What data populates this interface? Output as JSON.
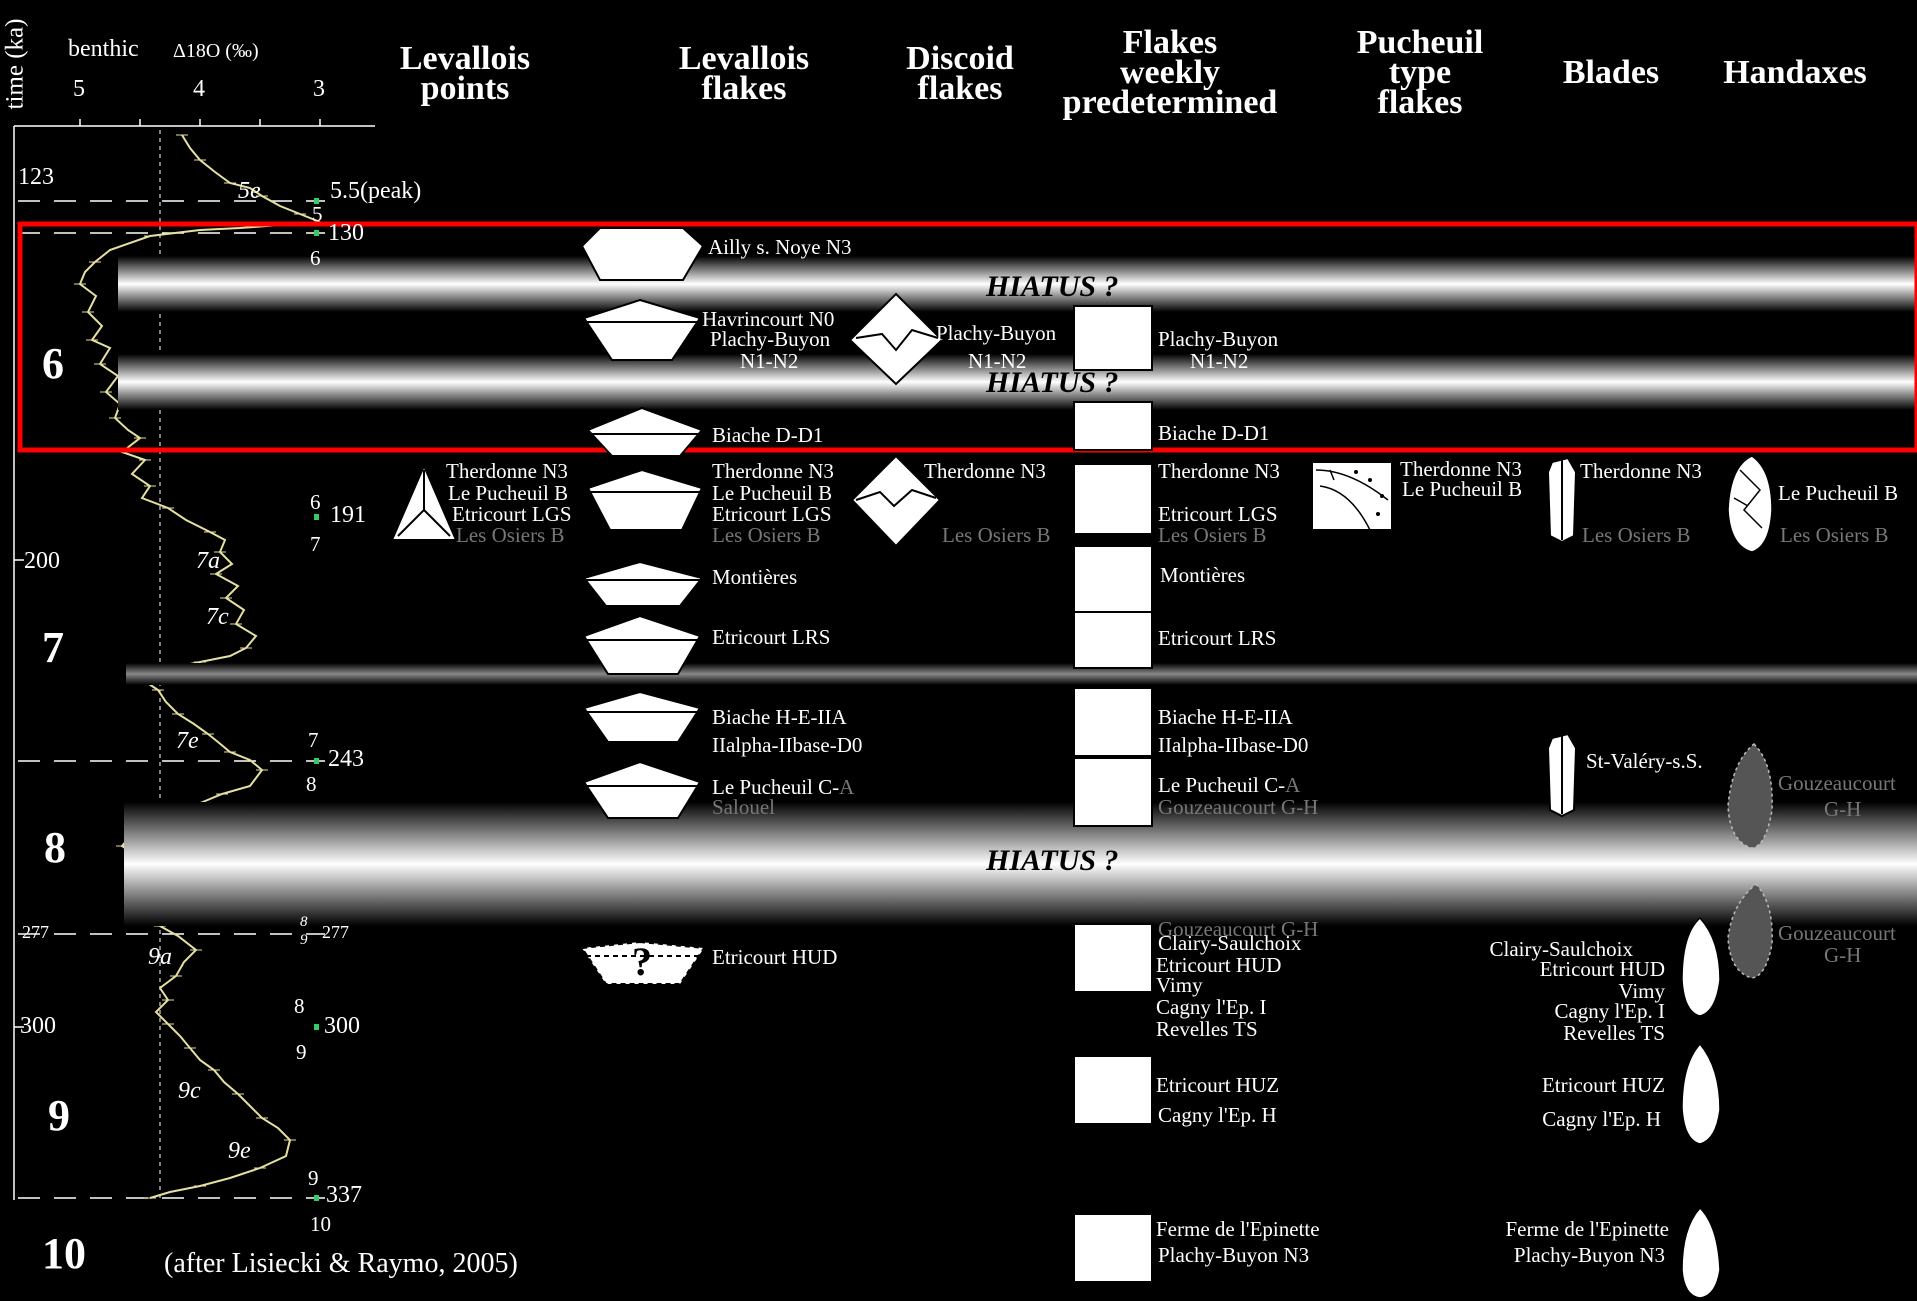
{
  "axis": {
    "time_label": "time (ka)",
    "benthic_label": "benthic",
    "d18o_label": "Δ18O (‰)",
    "d18o_ticks": [
      "5",
      "4",
      "3"
    ],
    "time_ticks": [
      "123",
      "200",
      "277",
      "300"
    ]
  },
  "columns": {
    "levallois_points": "Levallois\npoints",
    "levallois_flakes": "Levallois\nflakes",
    "discoid_flakes": "Discoid\nflakes",
    "flakes_weekly": "Flakes\nweekly\npredetermined",
    "pucheuil": "Pucheuil\ntype\nflakes",
    "blades": "Blades",
    "handaxes": "Handaxes"
  },
  "stages": [
    "6",
    "7",
    "8",
    "9",
    "10"
  ],
  "substages": [
    "5e",
    "7a",
    "7c",
    "7e",
    "9a",
    "9c",
    "9e"
  ],
  "boundaries": {
    "b_5_5": "5.5(peak)",
    "b_5": "5",
    "b_130": "130",
    "b_6": "6",
    "b_6b": "6",
    "b_191": "191",
    "b_7a": "7",
    "b_7b": "7",
    "b_243": "243",
    "b_8": "8",
    "b_8_9": "8",
    "b_9frac": "9",
    "b_277": "277",
    "b_8b": "8",
    "b_300": "300",
    "b_9b": "9",
    "b_9c": "9",
    "b_337": "337",
    "b_10": "10"
  },
  "hiatus": "HIATUS ?",
  "sites": {
    "lf_ailly": "Ailly s. Noye N3",
    "lf_havrin": "Havrincourt N0",
    "lf_plachy": "Plachy-Buyon",
    "lf_n1n2": "N1-N2",
    "lf_biache": "Biache D-D1",
    "lf_therd": "Therdonne N3",
    "lf_pucheuil": "Le Pucheuil B",
    "lf_etricourt_lgs": "Etricourt LGS",
    "lf_osiers": "Les Osiers B",
    "lf_montieres": "Montières",
    "lf_etricourt_lrs": "Etricourt LRS",
    "lf_biache_h": "Biache H-E-IIA",
    "lf_iialpha": "IIalpha-IIbase-D0",
    "lf_pucheuil_c": "Le Pucheuil C-",
    "lf_pucheuil_c_a": "A",
    "lf_salouel": "Salouel",
    "lf_etricourt_hud": "Etricourt HUD",
    "lp_therd": "Therdonne N3",
    "lp_pucheuil": "Le Pucheuil B",
    "lp_etricourt": "Etricourt LGS",
    "lp_osiers": "Les Osiers B",
    "df_plachy": "Plachy-Buyon",
    "df_n1n2": "N1-N2",
    "df_therd": "Therdonne N3",
    "df_osiers": "Les Osiers B",
    "fw_plachy": "Plachy-Buyon",
    "fw_n1n2": "N1-N2",
    "fw_biache": "Biache D-D1",
    "fw_therd": "Therdonne N3",
    "fw_etricourt_lgs": "Etricourt LGS",
    "fw_osiers": "Les Osiers B",
    "fw_montieres": "Montières",
    "fw_etricourt_lrs": "Etricourt LRS",
    "fw_biache_h": "Biache H-E-IIA",
    "fw_iialpha": "IIalpha-IIbase-D0",
    "fw_pucheuil_c": "Le Pucheuil C-",
    "fw_pucheuil_c_a": "A",
    "fw_gouz1": "Gouzeaucourt G-H",
    "fw_gouz2": "Gouzeaucourt G-H",
    "fw_clairy": "Clairy-Saulchoix",
    "fw_etricourt_hud": "Etricourt HUD",
    "fw_vimy": "Vimy",
    "fw_cagny_i": "Cagny l'Ep. I",
    "fw_revelles": "Revelles TS",
    "fw_etricourt_huz": "Etricourt HUZ",
    "fw_cagny_h": "Cagny l'Ep. H",
    "fw_ferme": "Ferme de l'Epinette",
    "fw_plachy_n3": "Plachy-Buyon N3",
    "pt_therd": "Therdonne N3",
    "pt_pucheuil": "Le Pucheuil B",
    "bl_therd": "Therdonne N3",
    "bl_osiers": "Les Osiers B",
    "bl_stvalery": "St-Valéry-s.S.",
    "ha_pucheuil": "Le Pucheuil B",
    "ha_osiers": "Les Osiers B",
    "ha_gouz1a": "Gouzeaucourt",
    "ha_gouz1b": "G-H",
    "ha_gouz2a": "Gouzeaucourt",
    "ha_gouz2b": "G-H",
    "ha_clairy": "Clairy-Saulchoix",
    "ha_etricourt_hud": "Etricourt HUD",
    "ha_vimy": "Vimy",
    "ha_cagny_i": "Cagny l'Ep. I",
    "ha_revelles": "Revelles TS",
    "ha_etricourt_huz": "Etricourt HUZ",
    "ha_cagny_h": "Cagny l'Ep. H",
    "ha_ferme": "Ferme de l'Epinette",
    "ha_plachy_n3": "Plachy-Buyon N3"
  },
  "question_mark": "?",
  "citation": "(after Lisiecki & Raymo, 2005)",
  "colors": {
    "curve": "#e6e0a0",
    "highlight": "#ff0000",
    "tick_green": "#33cc66"
  }
}
